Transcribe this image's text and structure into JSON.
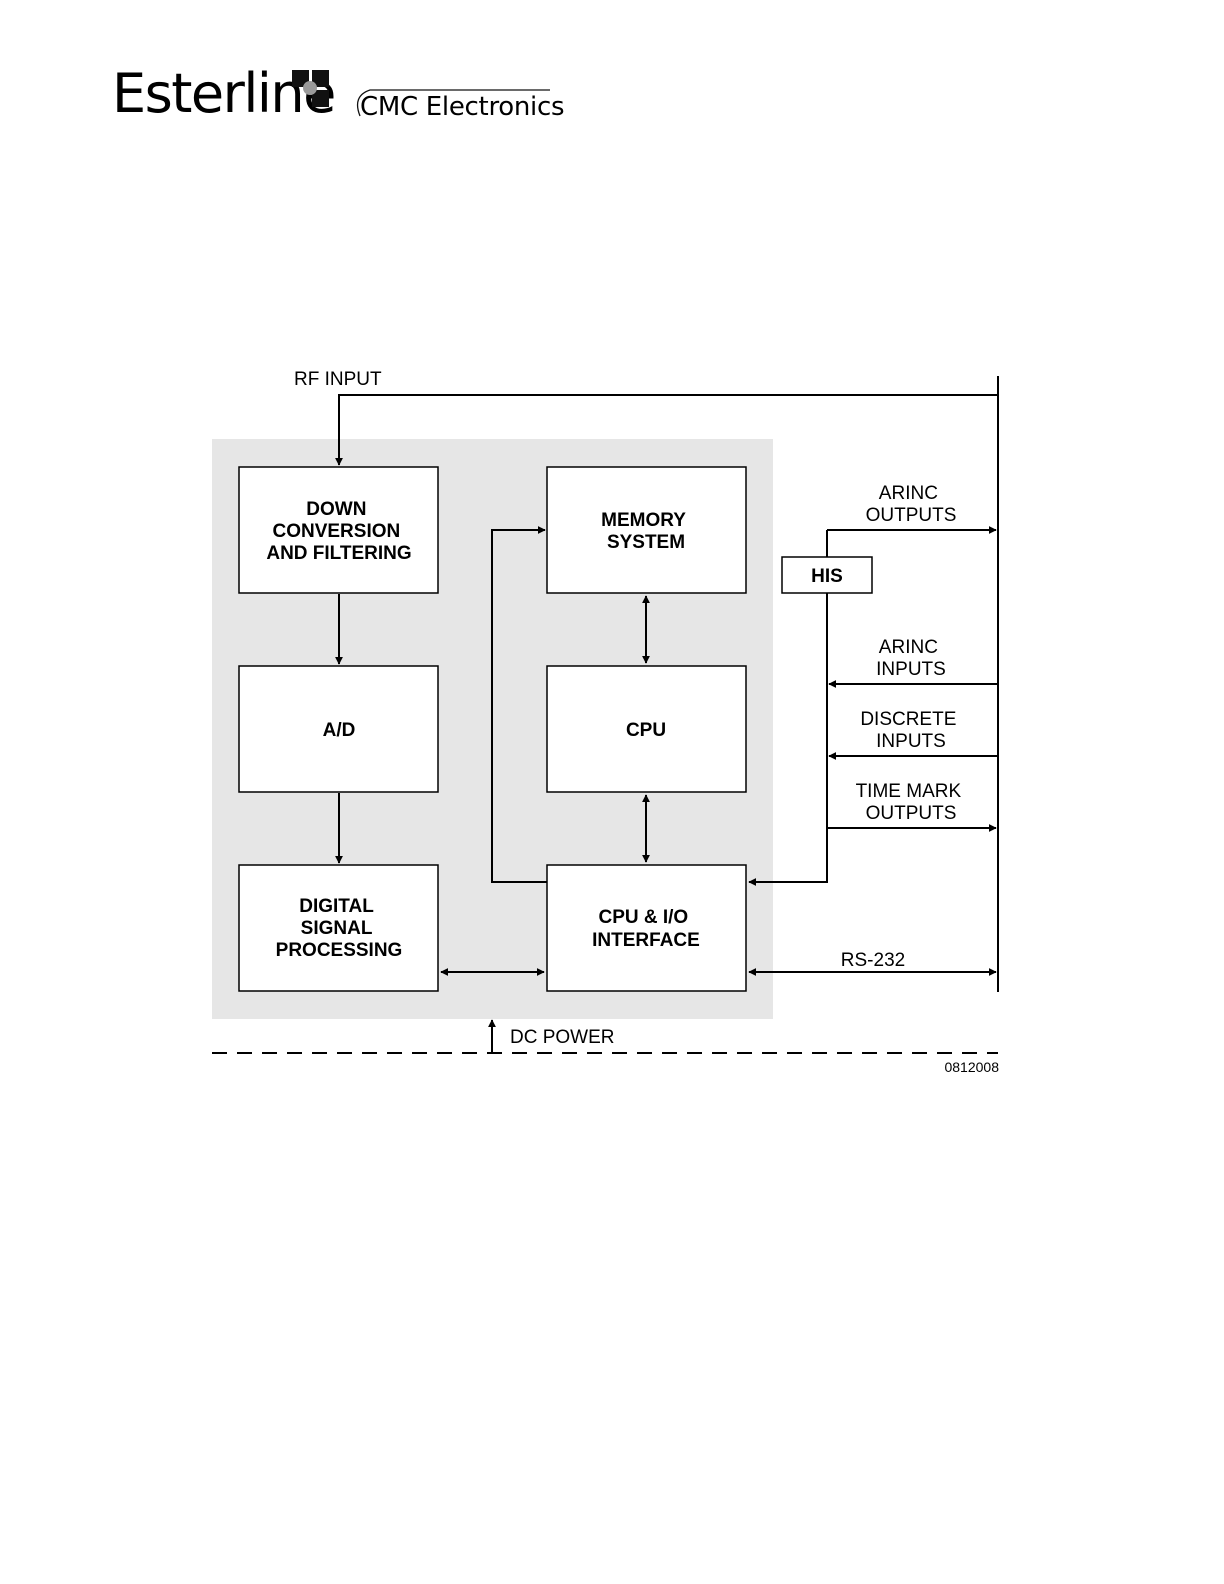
{
  "header": {
    "brand": "Esterline",
    "division": "CMC Electronics"
  },
  "diagram": {
    "blocks": {
      "down_conversion": [
        "DOWN",
        "CONVERSION",
        "AND FILTERING"
      ],
      "ad": [
        "A/D"
      ],
      "dsp": [
        "DIGITAL",
        "SIGNAL",
        "PROCESSING"
      ],
      "memory": [
        "MEMORY",
        "SYSTEM"
      ],
      "cpu": [
        "CPU"
      ],
      "cpu_io": [
        "CPU & I/O",
        "INTERFACE"
      ],
      "his": [
        "HIS"
      ]
    },
    "signals": {
      "rf_input": "RF INPUT",
      "arinc_outputs": [
        "ARINC",
        "OUTPUTS"
      ],
      "arinc_inputs": [
        "ARINC",
        "INPUTS"
      ],
      "discrete_inputs": [
        "DISCRETE",
        "INPUTS"
      ],
      "time_mark_outputs": [
        "TIME MARK",
        "OUTPUTS"
      ],
      "rs232": "RS-232",
      "dc_power": "DC POWER"
    },
    "figure_number": "0812008",
    "colors": {
      "panel": "#e6e6e6",
      "line": "#000000",
      "box_fill": "#ffffff"
    }
  }
}
